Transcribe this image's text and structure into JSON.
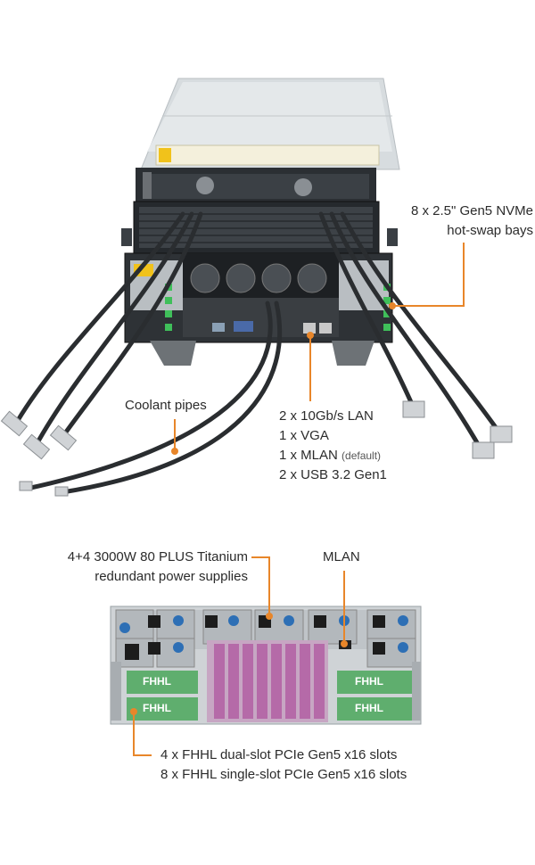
{
  "callouts": {
    "nvme": {
      "line1": "8 x 2.5\" Gen5 NVMe",
      "line2": "hot-swap bays"
    },
    "coolant": "Coolant pipes",
    "io": {
      "lan": "2 x 10Gb/s LAN",
      "vga": "1 x VGA",
      "mlan": "1 x MLAN",
      "mlan_note": "(default)",
      "usb": "2 x USB 3.2 Gen1"
    },
    "psu": {
      "line1": "4+4 3000W 80 PLUS Titanium",
      "line2": "redundant power supplies"
    },
    "rear_mlan": "MLAN",
    "pcie": {
      "line1": "4 x FHHL dual-slot PCIe Gen5 x16 slots",
      "line2": "8 x FHHL single-slot PCIe Gen5 x16 slots"
    }
  },
  "slot_labels": {
    "fhhl": "FHHL"
  },
  "colors": {
    "callout_line": "#e8862a",
    "slot_green": "#5fae6e",
    "slot_purple": "#b56aa8"
  }
}
